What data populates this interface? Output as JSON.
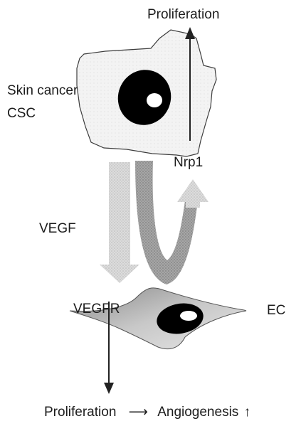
{
  "labels": {
    "proliferation_top": "Proliferation",
    "cell_type_line1": "Skin cancer",
    "cell_type_line2": "CSC",
    "receptor_top": "Nrp1",
    "ligand": "VEGF",
    "receptor_ec": "VEGFR",
    "endothelial": "EC",
    "proliferation_bottom": "Proliferation",
    "arrow_right": "⟶",
    "angiogenesis": "Angiogenesis",
    "arrow_up": "↑"
  },
  "colors": {
    "cell_fill": "#f2f2f2",
    "cell_outline": "#444444",
    "nucleus": "#000000",
    "nucleolus": "#ffffff",
    "down_arrow": "#cfcfcf",
    "loop_arrow": "#9a9a9a",
    "ec_fill": "#bdbdbd",
    "line": "#222222"
  }
}
